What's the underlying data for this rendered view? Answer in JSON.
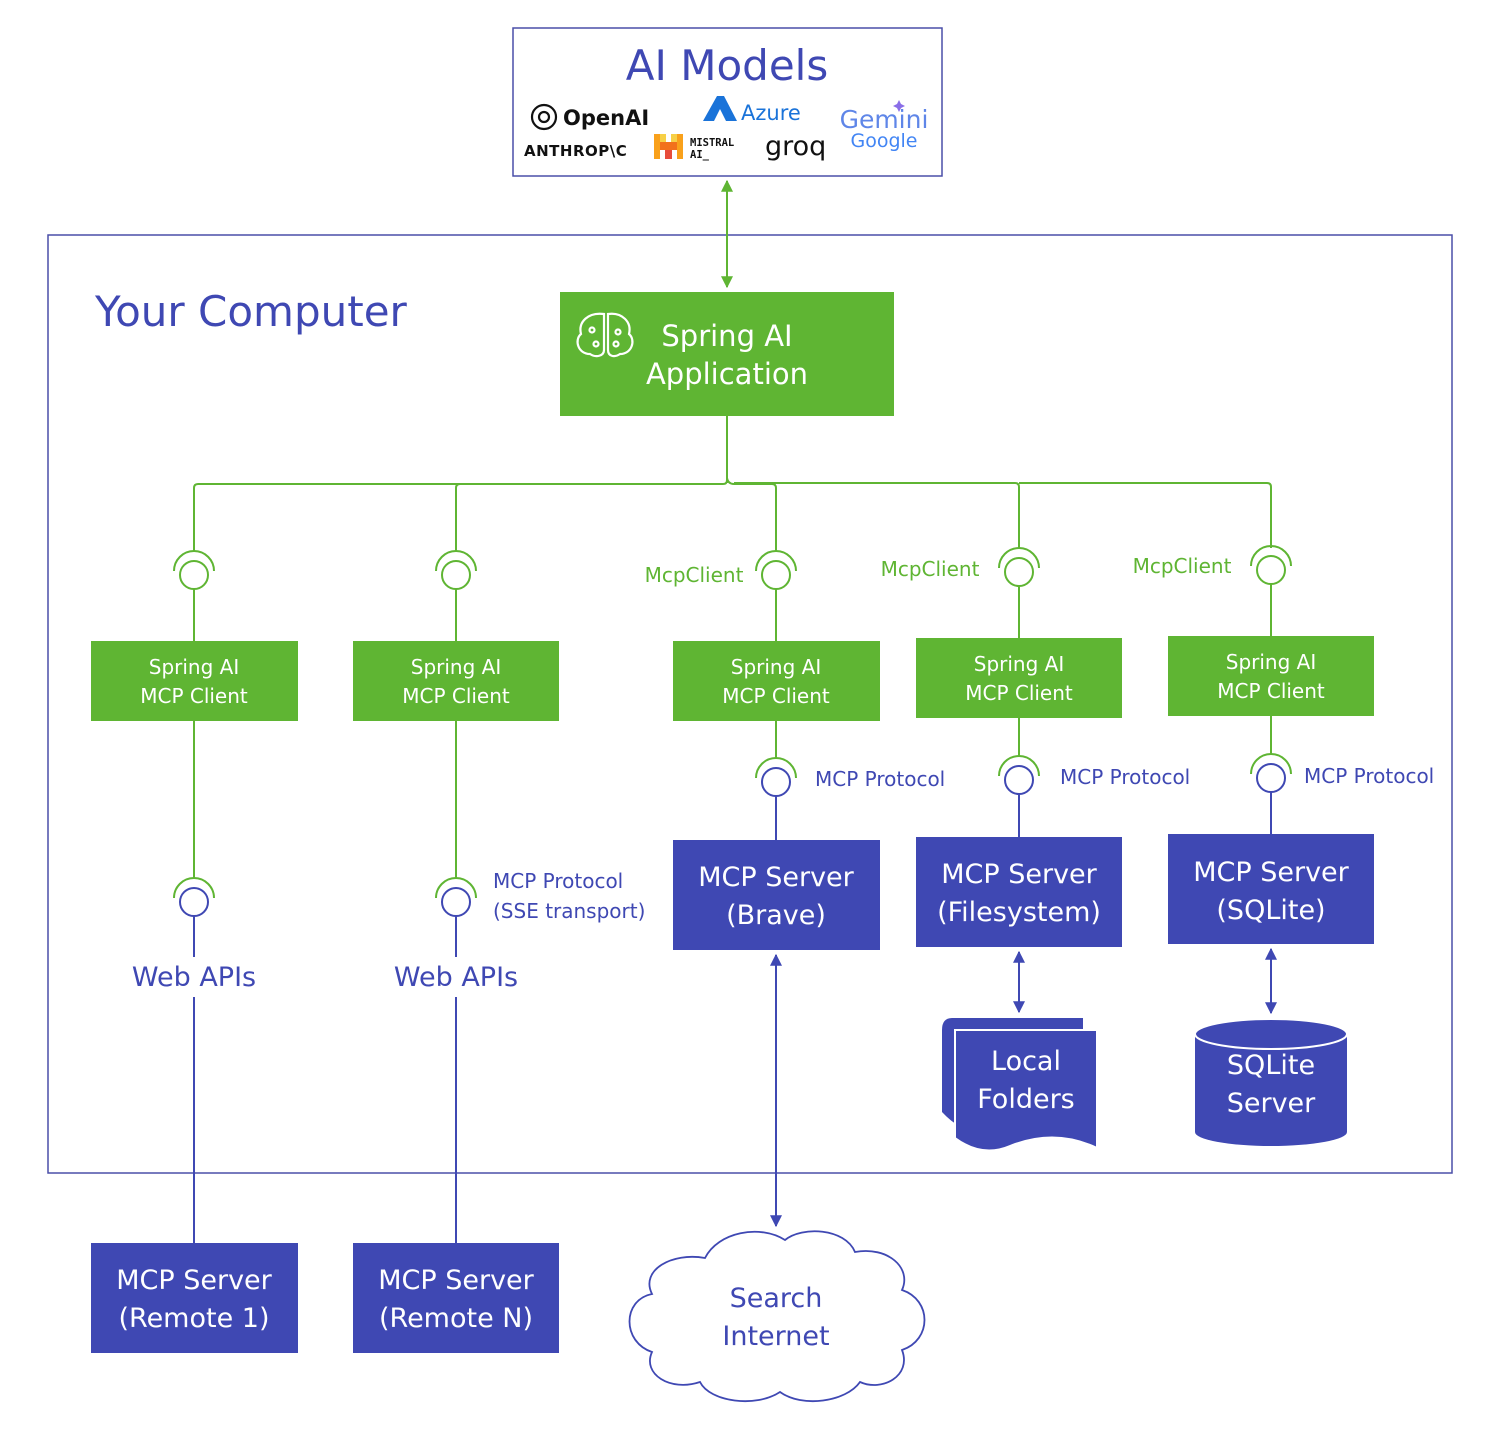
{
  "ai_models": {
    "title": "AI Models",
    "logos": {
      "openai": "OpenAI",
      "azure": "Azure",
      "gemini": "Gemini",
      "google": "Google",
      "anthropic": "ANTHROP\\C",
      "mistral_line1": "MISTRAL",
      "mistral_line2": "AI_",
      "groq": "groq"
    }
  },
  "computer": {
    "title": "Your Computer"
  },
  "app": {
    "line1": "Spring AI",
    "line2": "Application"
  },
  "clients": [
    {
      "line1": "Spring AI",
      "line2": "MCP Client",
      "interface_label": ""
    },
    {
      "line1": "Spring AI",
      "line2": "MCP Client",
      "interface_label": ""
    },
    {
      "line1": "Spring AI",
      "line2": "MCP Client",
      "interface_label": "McpClient"
    },
    {
      "line1": "Spring AI",
      "line2": "MCP Client",
      "interface_label": "McpClient"
    },
    {
      "line1": "Spring AI",
      "line2": "MCP Client",
      "interface_label": "McpClient"
    }
  ],
  "protocols": {
    "sse_line1": "MCP Protocol",
    "sse_line2": "(SSE transport)",
    "brave": "MCP Protocol",
    "filesystem": "MCP Protocol",
    "sqlite": "MCP Protocol"
  },
  "web_apis": [
    "Web APIs",
    "Web APIs"
  ],
  "servers": {
    "brave": {
      "line1": "MCP Server",
      "line2": "(Brave)"
    },
    "filesystem": {
      "line1": "MCP Server",
      "line2": "(Filesystem)"
    },
    "sqlite": {
      "line1": "MCP Server",
      "line2": "(SQLite)"
    },
    "remote1": {
      "line1": "MCP Server",
      "line2": "(Remote 1)"
    },
    "remoteN": {
      "line1": "MCP Server",
      "line2": "(Remote N)"
    }
  },
  "resources": {
    "folders": {
      "line1": "Local",
      "line2": "Folders"
    },
    "sqlite": {
      "line1": "SQLite",
      "line2": "Server"
    },
    "internet": {
      "line1": "Search",
      "line2": "Internet"
    }
  },
  "colors": {
    "green": "#5fb533",
    "blue": "#3f48b3",
    "frame": "#4a4fa8"
  }
}
